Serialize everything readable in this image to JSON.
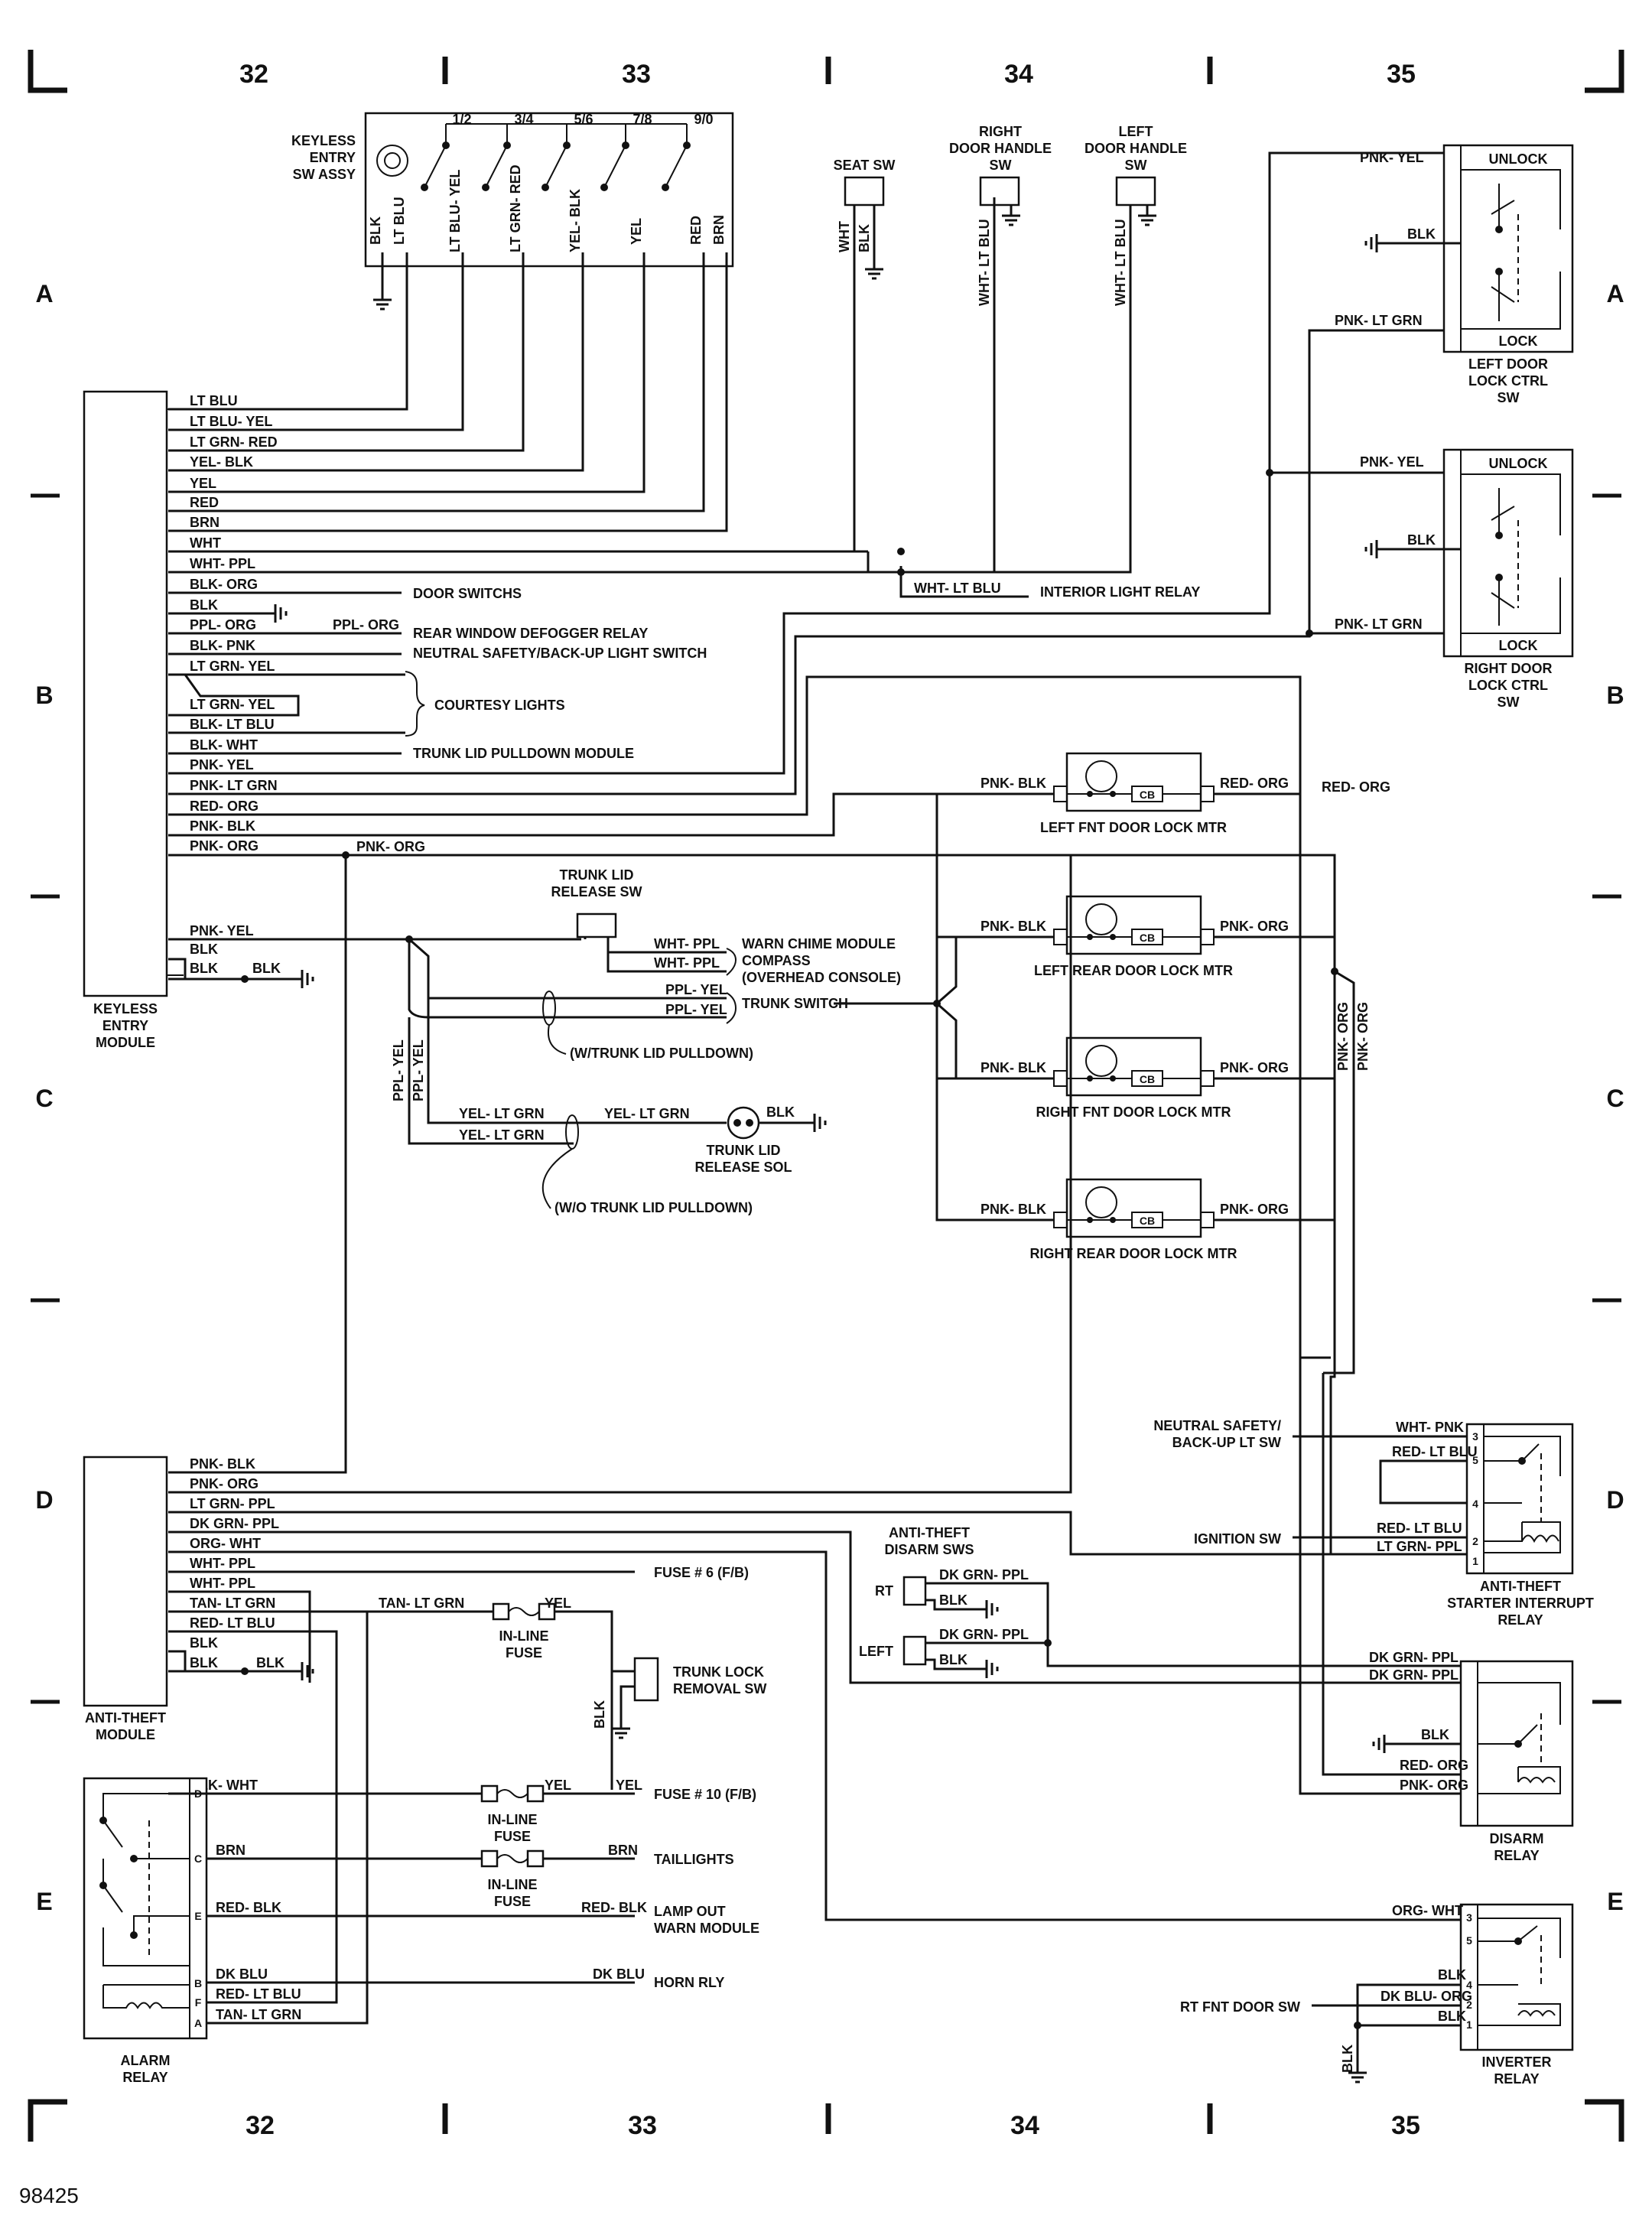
{
  "page": {
    "figure_number": "98425",
    "columns": [
      "32",
      "33",
      "34",
      "35"
    ],
    "rows": [
      "A",
      "B",
      "C",
      "D",
      "E"
    ]
  },
  "components": {
    "keyless_sw": {
      "title": "KEYLESS ENTRY SW ASSY",
      "positions": [
        "1/2",
        "3/4",
        "5/6",
        "7/8",
        "9/0"
      ]
    },
    "keyless_module": {
      "title": "KEYLESS ENTRY MODULE"
    },
    "seat_sw": {
      "title": "SEAT SW"
    },
    "right_door_handle": {
      "title": "RIGHT DOOR HANDLE SW"
    },
    "left_door_handle": {
      "title": "LEFT DOOR HANDLE SW"
    },
    "left_lock_ctrl": {
      "title": "LEFT DOOR LOCK CTRL SW",
      "unlock": "UNLOCK",
      "lock": "LOCK"
    },
    "right_lock_ctrl": {
      "title": "RIGHT DOOR LOCK CTRL SW",
      "unlock": "UNLOCK",
      "lock": "LOCK"
    },
    "trunk_release_sw": {
      "title": "TRUNK LID RELEASE SW"
    },
    "trunk_release_sol": {
      "title": "TRUNK LID RELEASE SOL"
    },
    "motors": [
      {
        "title": "LEFT FNT DOOR LOCK MTR",
        "cb": "CB"
      },
      {
        "title": "LEFT REAR DOOR LOCK MTR",
        "cb": "CB"
      },
      {
        "title": "RIGHT FNT DOOR LOCK MTR",
        "cb": "CB"
      },
      {
        "title": "RIGHT REAR DOOR LOCK MTR",
        "cb": "CB"
      }
    ],
    "anti_theft_module": {
      "title": "ANTI-THEFT MODULE"
    },
    "alarm_relay": {
      "title": "ALARM RELAY",
      "pins": [
        "D",
        "C",
        "E",
        "B",
        "F",
        "A"
      ]
    },
    "inline_fuse": {
      "title": "IN-LINE FUSE"
    },
    "trunk_lock_removal": {
      "title": "TRUNK LOCK REMOVAL SW"
    },
    "disarm_sws": {
      "title": "ANTI-THEFT DISARM SWS",
      "rt": "RT",
      "left": "LEFT"
    },
    "starter_relay": {
      "title": "ANTI-THEFT STARTER INTERRUPT RELAY",
      "pins": [
        "3",
        "5",
        "4",
        "2",
        "1"
      ]
    },
    "disarm_relay": {
      "title": "DISARM RELAY"
    },
    "inverter_relay": {
      "title": "INVERTER RELAY",
      "pins": [
        "3",
        "5",
        "4",
        "2",
        "1"
      ]
    }
  },
  "wires": {
    "ltblu": "LT BLU",
    "blk": "BLK",
    "ltbluyel": "LT BLU- YEL",
    "ltgrnred": "LT GRN- RED",
    "yelblk": "YEL- BLK",
    "yel": "YEL",
    "red": "RED",
    "brn": "BRN",
    "wht": "WHT",
    "whtppl": "WHT- PPL",
    "blkorg": "BLK- ORG",
    "pplorg": "PPL- ORG",
    "blkpnk": "BLK- PNK",
    "ltgrnyel": "LT GRN- YEL",
    "blkltblu": "BLK- LT BLU",
    "blkwht": "BLK- WHT",
    "pnkyel": "PNK- YEL",
    "pnkltgrn": "PNK- LT GRN",
    "redorg": "RED- ORG",
    "pnkblk": "PNK- BLK",
    "pnkorg": "PNK- ORG",
    "whtltblu": "WHT- LT BLU",
    "pplyel": "PPL- YEL",
    "yelltgrn": "YEL- LT GRN",
    "ltgrnppl": "LT GRN- PPL",
    "dkgrnppl": "DK GRN- PPL",
    "orgwht": "ORG- WHT",
    "tanltgrn": "TAN- LT GRN",
    "redltblu": "RED- LT BLU",
    "redblk": "RED- BLK",
    "dkblu": "DK BLU",
    "whtpnk": "WHT- PNK",
    "dkbluorg": "DK BLU- ORG"
  },
  "destinations": {
    "door_switchs": "DOOR SWITCHS",
    "interior_light_relay": "INTERIOR LIGHT RELAY",
    "rear_defogger": "REAR WINDOW DEFOGGER RELAY",
    "neutral_safety": "NEUTRAL SAFETY/BACK-UP LIGHT SWITCH",
    "courtesy_lights": "COURTESY LIGHTS",
    "trunk_pulldown_module": "TRUNK LID PULLDOWN MODULE",
    "warn_chime": "WARN CHIME MODULE",
    "compass": "COMPASS",
    "overhead_console": "(OVERHEAD CONSOLE)",
    "trunk_switch": "TRUNK SWITCH",
    "w_pulldown": "(W/TRUNK LID PULLDOWN)",
    "wo_pulldown": "(W/O TRUNK LID PULLDOWN)",
    "fuse6": "FUSE # 6 (F/B)",
    "fuse10": "FUSE # 10 (F/B)",
    "taillights": "TAILLIGHTS",
    "lamp_out_1": "LAMP OUT",
    "lamp_out_2": "WARN MODULE",
    "horn_rly": "HORN RLY",
    "neutral_bu_1": "NEUTRAL SAFETY/",
    "neutral_bu_2": "BACK-UP LT SW",
    "ignition_sw": "IGNITION SW",
    "rt_fnt_door_sw": "RT FNT DOOR SW"
  }
}
